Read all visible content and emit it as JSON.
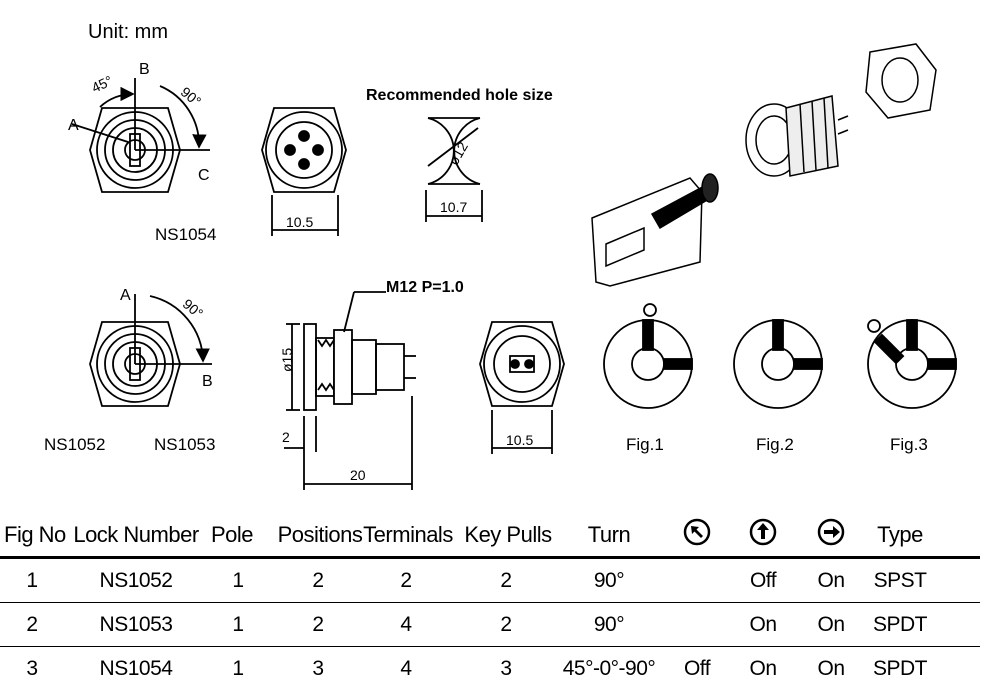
{
  "unit_label": "Unit:  mm",
  "hole_title": "Recommended hole size",
  "thread_label": "M12  P=1.0",
  "dims": {
    "angle_45": "45°",
    "angle_90_top": "90°",
    "angle_90_bottom": "90°",
    "width_top": "10.5",
    "width_bottom": "10.5",
    "hole_width": "10.7",
    "hole_dia": "ø12",
    "body_dia": "ø15",
    "flange": "2",
    "length": "20"
  },
  "letters": {
    "a_top": "A",
    "b_top": "B",
    "c_top": "C",
    "a_bottom": "A",
    "b_bottom": "B"
  },
  "models": {
    "top": "NS1054",
    "bottom_left": "NS1052",
    "bottom_right": "NS1053"
  },
  "figs": [
    "Fig.1",
    "Fig.2",
    "Fig.3"
  ],
  "table": {
    "headers": [
      "Fig No",
      "Lock Number",
      "Pole",
      "Positions",
      "Terminals",
      "Key Pulls",
      "Turn",
      "",
      "",
      "",
      "Type"
    ],
    "icons": [
      "arrow-up-left-circle-icon",
      "arrow-up-circle-icon",
      "arrow-right-circle-icon"
    ],
    "rows": [
      [
        "1",
        "NS1052",
        "1",
        "2",
        "2",
        "2",
        "90°",
        "",
        "Off",
        "On",
        "SPST"
      ],
      [
        "2",
        "NS1053",
        "1",
        "2",
        "4",
        "2",
        "90°",
        "",
        "On",
        "On",
        "SPDT"
      ],
      [
        "3",
        "NS1054",
        "1",
        "3",
        "4",
        "3",
        "45°-0°-90°",
        "Off",
        "On",
        "On",
        "SPDT"
      ]
    ]
  }
}
